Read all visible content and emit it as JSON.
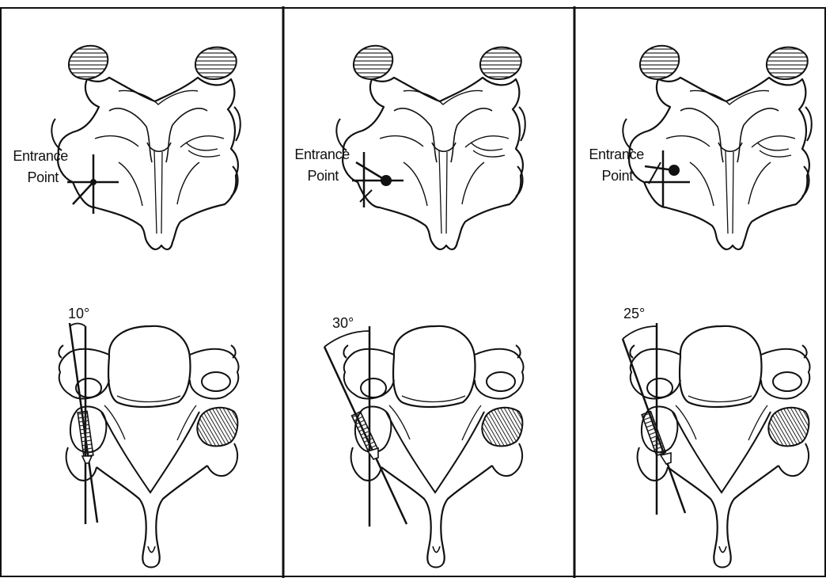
{
  "panels": [
    {
      "entrance_label_1": "Entrance",
      "entrance_label_2": "Point",
      "angle_label": "10°",
      "angle_deg": 10
    },
    {
      "entrance_label_1": "Entrance",
      "entrance_label_2": "Point",
      "angle_label": "30°",
      "angle_deg": 30
    },
    {
      "entrance_label_1": "Entrance",
      "entrance_label_2": "Point",
      "angle_label": "25°",
      "angle_deg": 25
    }
  ]
}
